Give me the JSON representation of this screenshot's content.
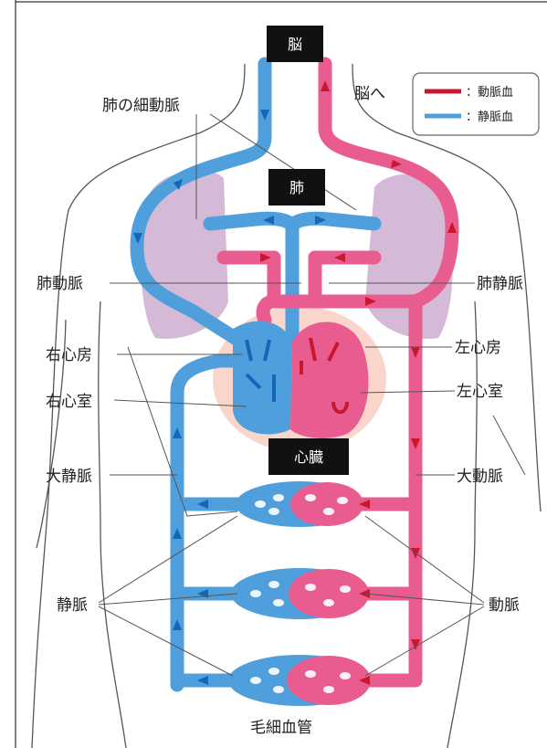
{
  "colors": {
    "artery": "#e85c8f",
    "artery_dark": "#c8172f",
    "vein": "#4f9fdc",
    "vein_dark": "#1466b8",
    "lung_fill": "#c7a3c9",
    "heart_bg": "#f9d5cc"
  },
  "labels": {
    "brain": "脳",
    "to_brain": "脳へ",
    "lung": "肺",
    "heart": "心臓",
    "pulmonary_arterioles": "肺の細動脈",
    "pulmonary_artery": "肺動脈",
    "pulmonary_vein": "肺静脈",
    "right_atrium": "右心房",
    "right_ventricle": "右心室",
    "left_atrium": "左心房",
    "left_ventricle": "左心室",
    "vena_cava": "大静脈",
    "aorta": "大動脈",
    "veins": "静脈",
    "arteries": "動脈",
    "capillaries": "毛細血管"
  },
  "legend": {
    "artery_label": "：動脈血",
    "vein_label": "：静脈血"
  }
}
